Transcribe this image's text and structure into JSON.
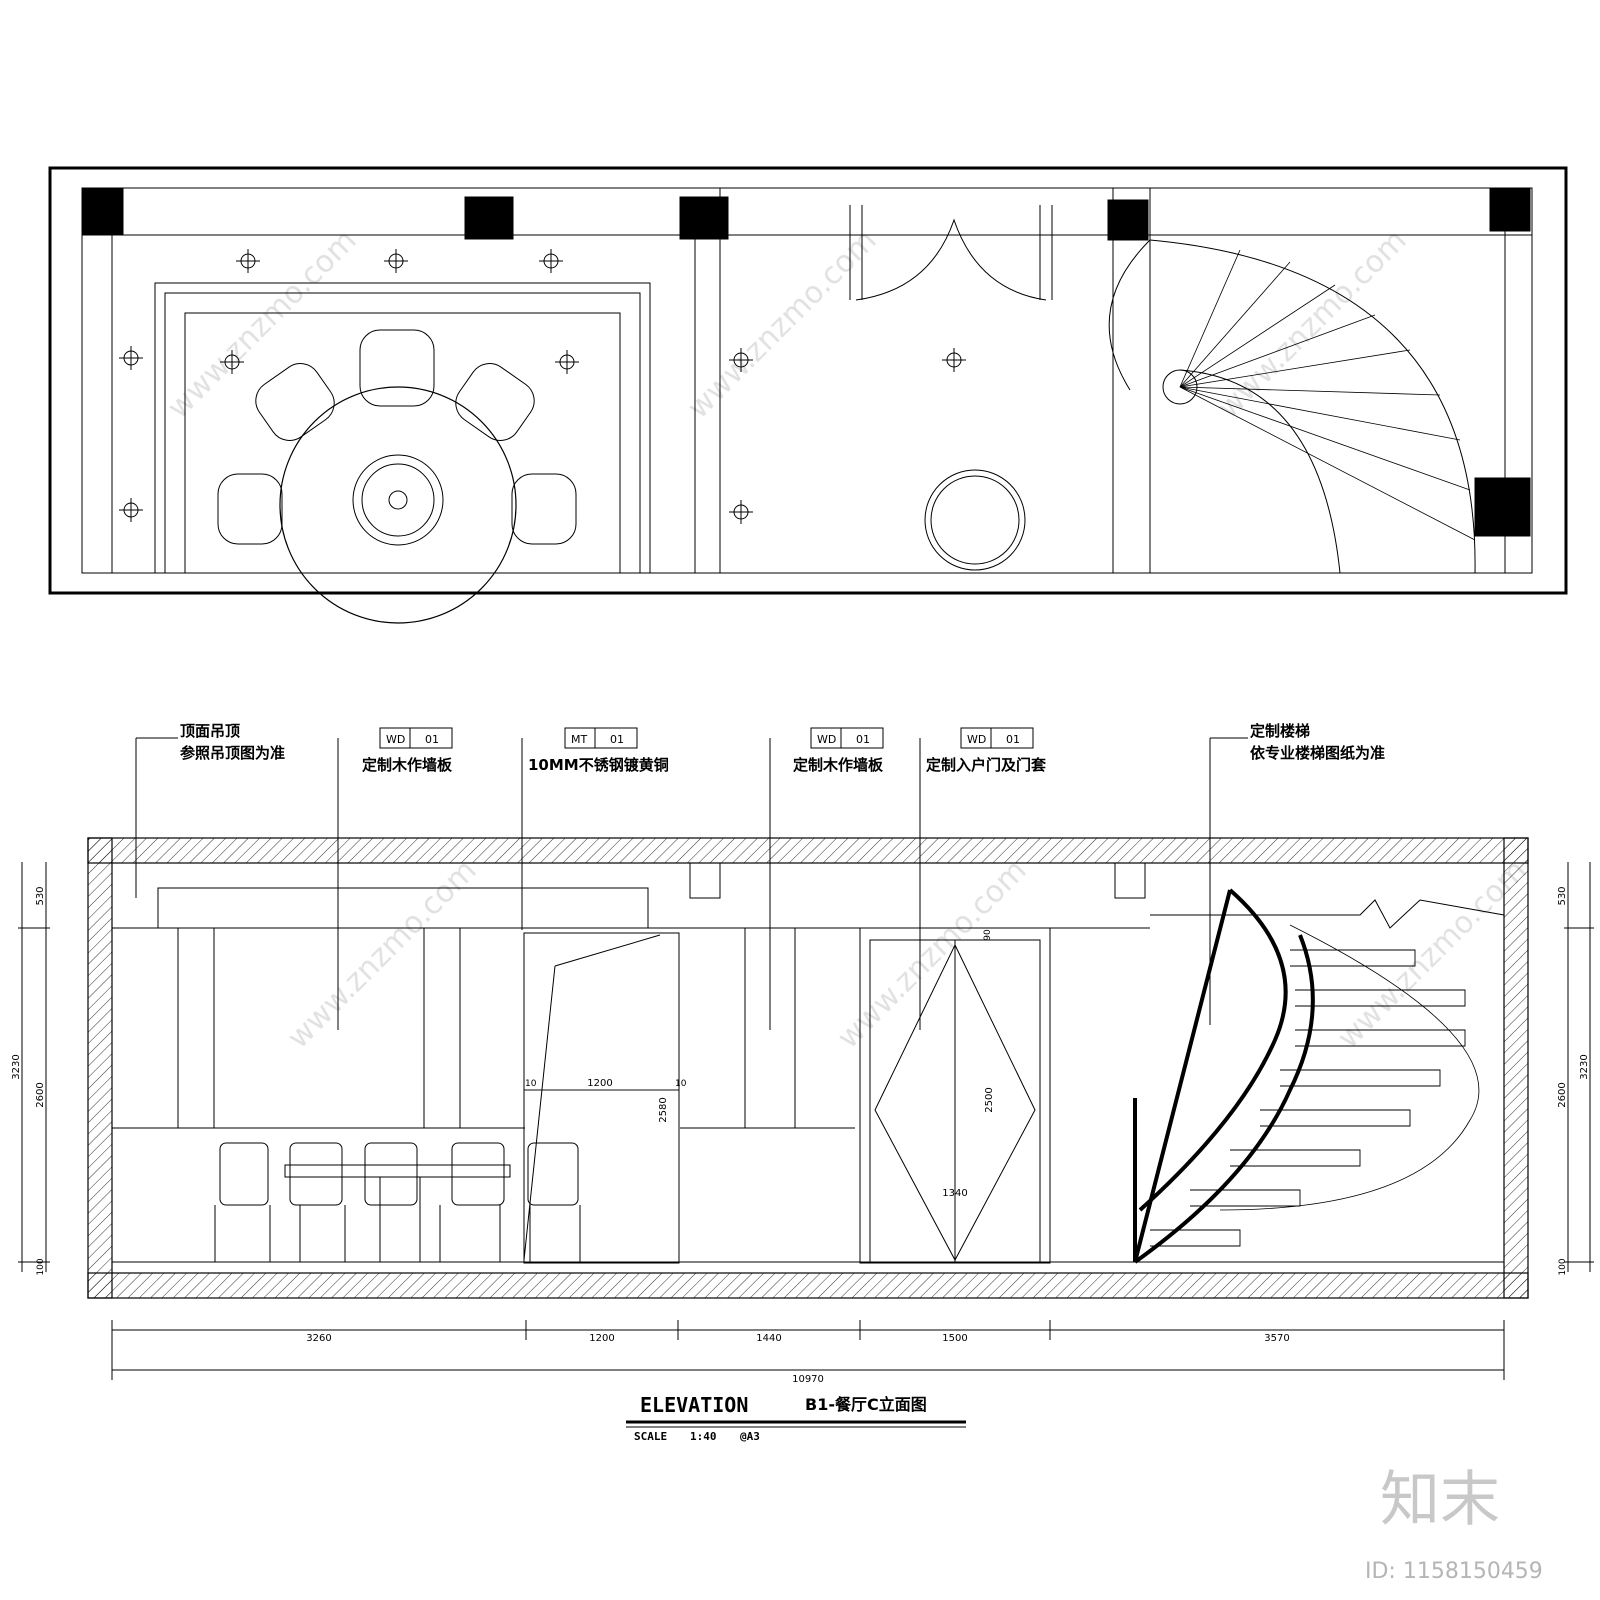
{
  "callouts": [
    {
      "tag_code": "",
      "tag_num": "",
      "line1": "顶面吊顶",
      "line2": "参照吊顶图为准"
    },
    {
      "tag_code": "WD",
      "tag_num": "01",
      "line1": "定制木作墙板",
      "line2": ""
    },
    {
      "tag_code": "MT",
      "tag_num": "01",
      "line1": "10MM不锈钢镀黄铜",
      "line2": ""
    },
    {
      "tag_code": "WD",
      "tag_num": "01",
      "line1": "定制木作墙板",
      "line2": ""
    },
    {
      "tag_code": "WD",
      "tag_num": "01",
      "line1": "定制入户门及门套",
      "line2": ""
    },
    {
      "tag_code": "",
      "tag_num": "",
      "line1": "定制楼梯",
      "line2": "依专业楼梯图纸为准"
    }
  ],
  "dimensions": {
    "horizontal": [
      "3260",
      "1200",
      "1440",
      "1500",
      "3570"
    ],
    "total": "10970",
    "vertical_left": [
      "530",
      "2600",
      "100"
    ],
    "vertical_left_total": "3230",
    "vertical_right": [
      "530",
      "2600",
      "100"
    ],
    "vertical_right_total": "3230",
    "opening_width": "1200",
    "opening_height": "2580",
    "opening_side": "10",
    "door_width": "1340",
    "door_height": "2500",
    "door_top": "90"
  },
  "title_block": {
    "title": "ELEVATION",
    "subtitle": "B1-餐厅C立面图",
    "scale_label": "SCALE",
    "scale_value": "1:40",
    "sheet": "@A3"
  },
  "watermark": {
    "logo": "知末",
    "id_text": "ID: 1158150459",
    "site": "www.znzmo.com"
  }
}
